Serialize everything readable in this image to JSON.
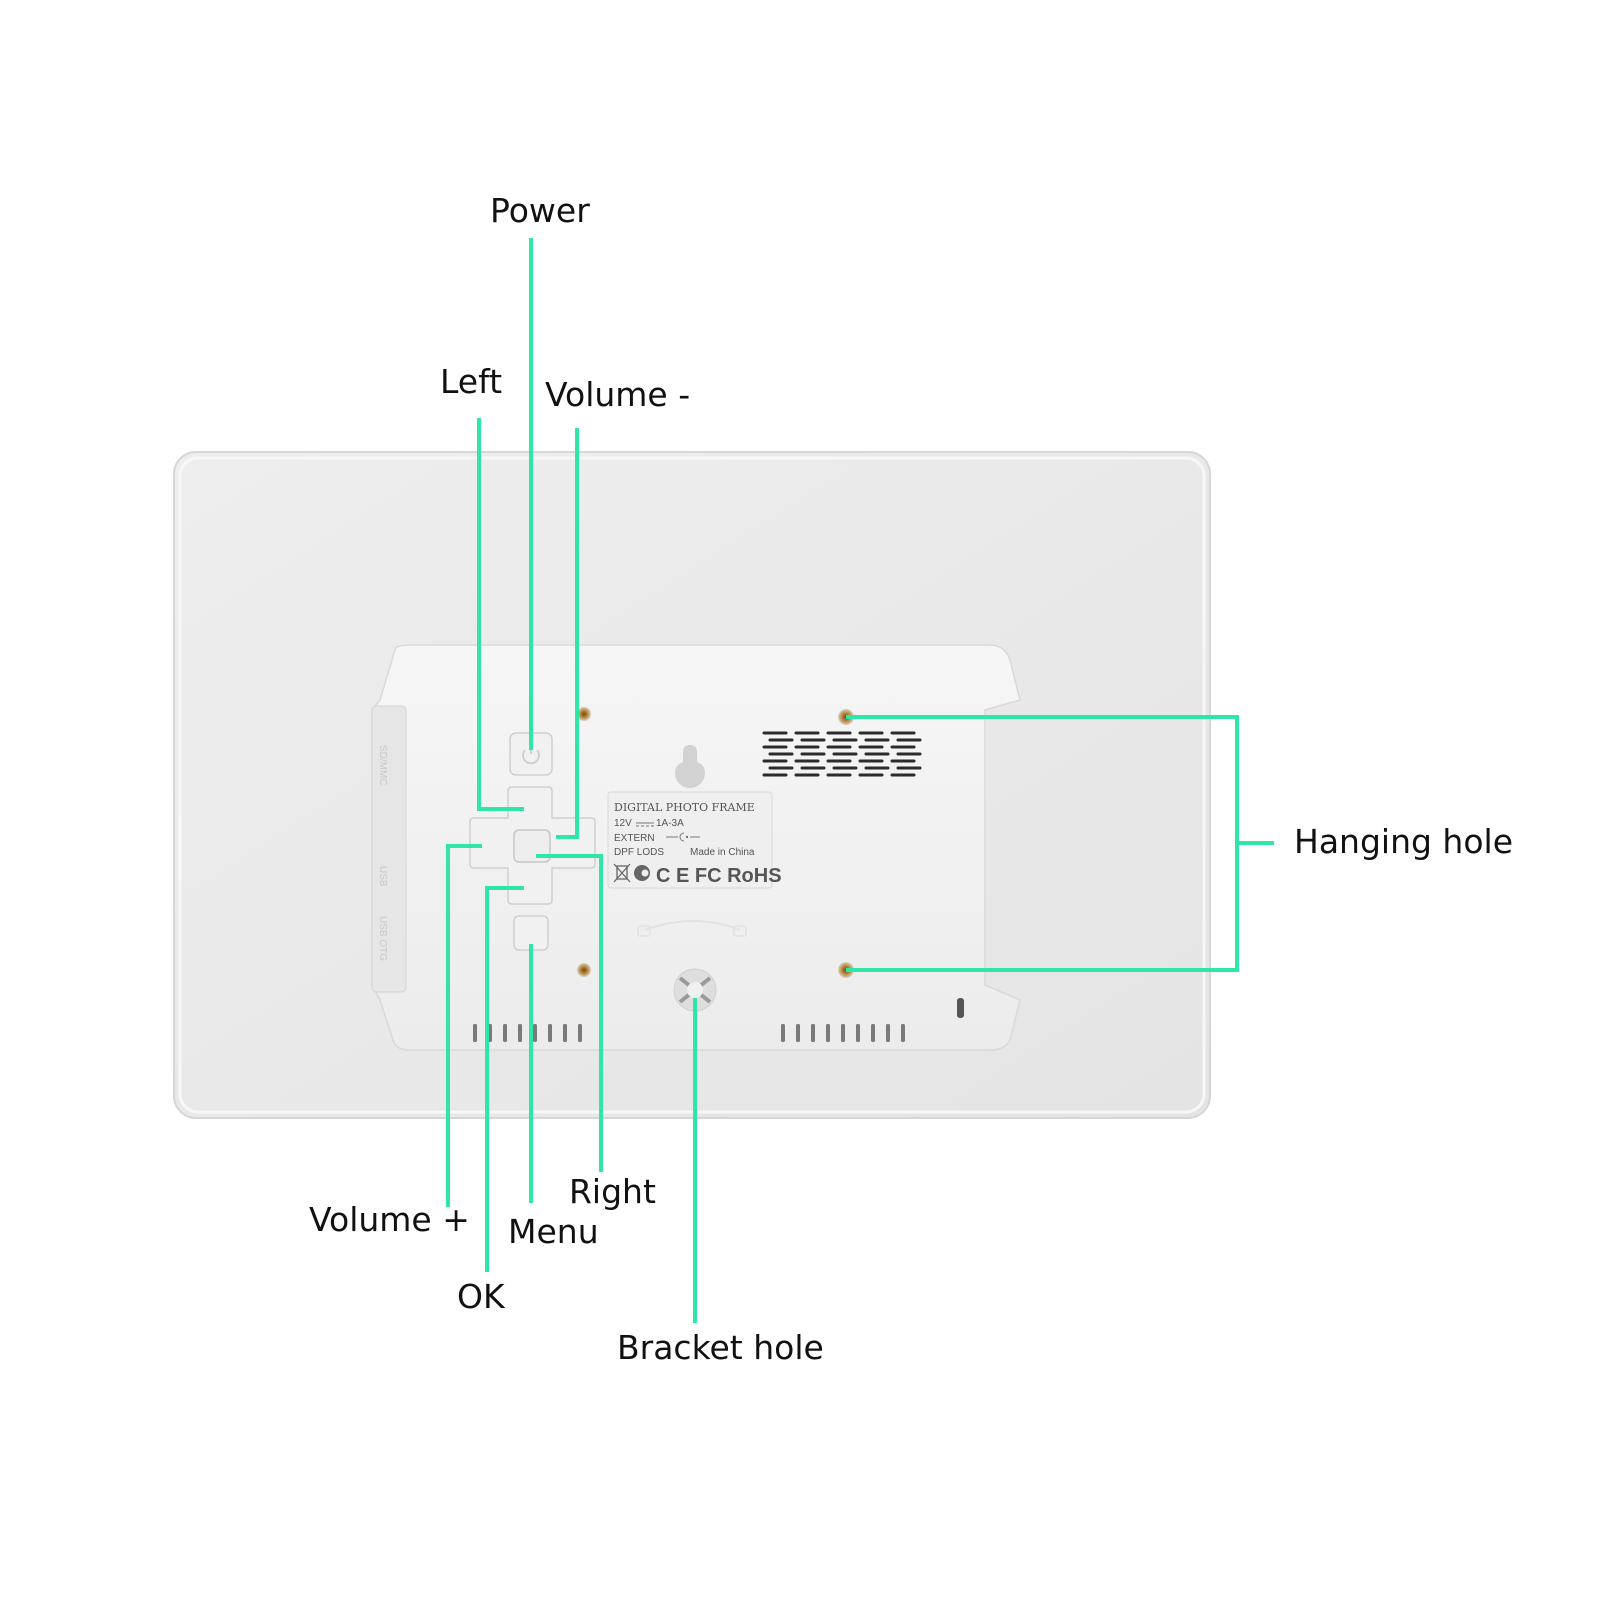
{
  "colors": {
    "accent": "#2ee6a8",
    "frame_body": "#ececec",
    "panel": "#f3f3f3",
    "screw": "#b8863a"
  },
  "callouts": {
    "power": "Power",
    "left": "Left",
    "volume_minus": "Volume -",
    "hanging_hole": "Hanging hole",
    "right": "Right",
    "volume_plus": "Volume +",
    "menu": "Menu",
    "ok": "OK",
    "bracket_hole": "Bracket hole"
  },
  "rating_label": {
    "title": "DIGITAL PHOTO FRAME",
    "line1_left": "12V",
    "line1_right": "1A-3A",
    "line2": "EXTERN",
    "line3_left": "DPF LODS",
    "line3_right": "Made in China",
    "marks": "C E FC RoHS"
  },
  "side_ports": {
    "port1": "SD/MMC",
    "port2": "USB",
    "port3": "USB OTG"
  },
  "icons": {
    "power_button": "power-icon",
    "keyhole": "keyhole-icon"
  }
}
